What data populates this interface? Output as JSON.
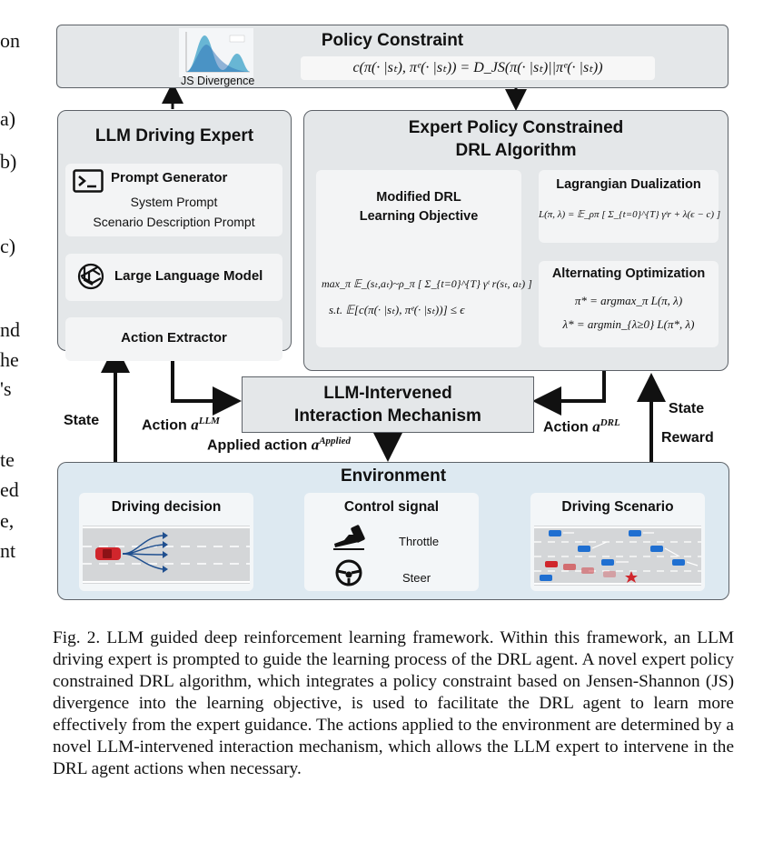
{
  "margin_fragments": [
    "on",
    "a)",
    "b)",
    "c)",
    "nd",
    "he",
    "'s",
    "te",
    "ed",
    "e,",
    "nt"
  ],
  "policy_constraint": {
    "title": "Policy Constraint",
    "formula": "c(π(· |sₜ), πᵉ(· |sₜ)) = D_JS(π(· |sₜ)||πᵉ(· |sₜ))",
    "js_label": "JS Divergence"
  },
  "llm_expert": {
    "title": "LLM Driving Expert",
    "prompt_generator": "Prompt Generator",
    "system_prompt": "System Prompt",
    "scenario_prompt": "Scenario Description Prompt",
    "llm_label": "Large Language Model",
    "extractor": "Action Extractor"
  },
  "drl": {
    "title_line1": "Expert Policy Constrained",
    "title_line2": "DRL Algorithm",
    "objective_line1": "Modified DRL",
    "objective_line2": "Learning Objective",
    "objective_formula1": "max_π 𝔼_(sₜ,aₜ)~ρ_π [ Σ_{t=0}^{T} γᵗ r(sₜ, aₜ) ]",
    "objective_formula2": "s.t. 𝔼[c(π(· |sₜ), πᵉ(· |sₜ))] ≤ ϵ",
    "lagrangian_title": "Lagrangian Dualization",
    "lagrangian_formula": "L(π, λ) = 𝔼_ρπ [ Σ_{t=0}^{T} γᵗr + λ(ϵ − c) ]",
    "alt_title": "Alternating Optimization",
    "alt_formula1": "π* = argmax_π L(π, λ)",
    "alt_formula2": "λ* = argmin_{λ≥0} L(π*, λ)"
  },
  "mechanism": {
    "line1": "LLM-Intervened",
    "line2": "Interaction Mechanism"
  },
  "arrows": {
    "state_left": "State",
    "action_llm": "Action",
    "action_llm_sup": "LLM",
    "action_drl": "Action",
    "action_drl_sup": "DRL",
    "applied": "Applied action",
    "applied_sup": "Applied",
    "state_right": "State",
    "reward": "Reward"
  },
  "environment": {
    "title": "Environment",
    "driving_decision": "Driving decision",
    "control_signal": "Control signal",
    "throttle": "Throttle",
    "steer": "Steer",
    "driving_scenario": "Driving Scenario"
  },
  "caption": "Fig. 2.  LLM guided deep reinforcement learning framework. Within this framework, an LLM driving expert is prompted to guide the learning process of the DRL agent. A novel expert policy constrained DRL algorithm, which integrates a policy constraint based on Jensen-Shannon (JS) divergence into the learning objective, is used to facilitate the DRL agent to learn more effectively from the expert guidance. The actions applied to the environment are determined by a novel LLM-intervened interaction mechanism, which allows the LLM expert to intervene in the DRL agent actions when necessary.",
  "colors": {
    "panel_bg": "#e4e7e9",
    "inner_bg": "#f3f4f5",
    "env_bg": "#dde9f1",
    "stroke": "#5d6268",
    "car_blue": "#1f6fd1",
    "car_red": "#d0262c"
  }
}
